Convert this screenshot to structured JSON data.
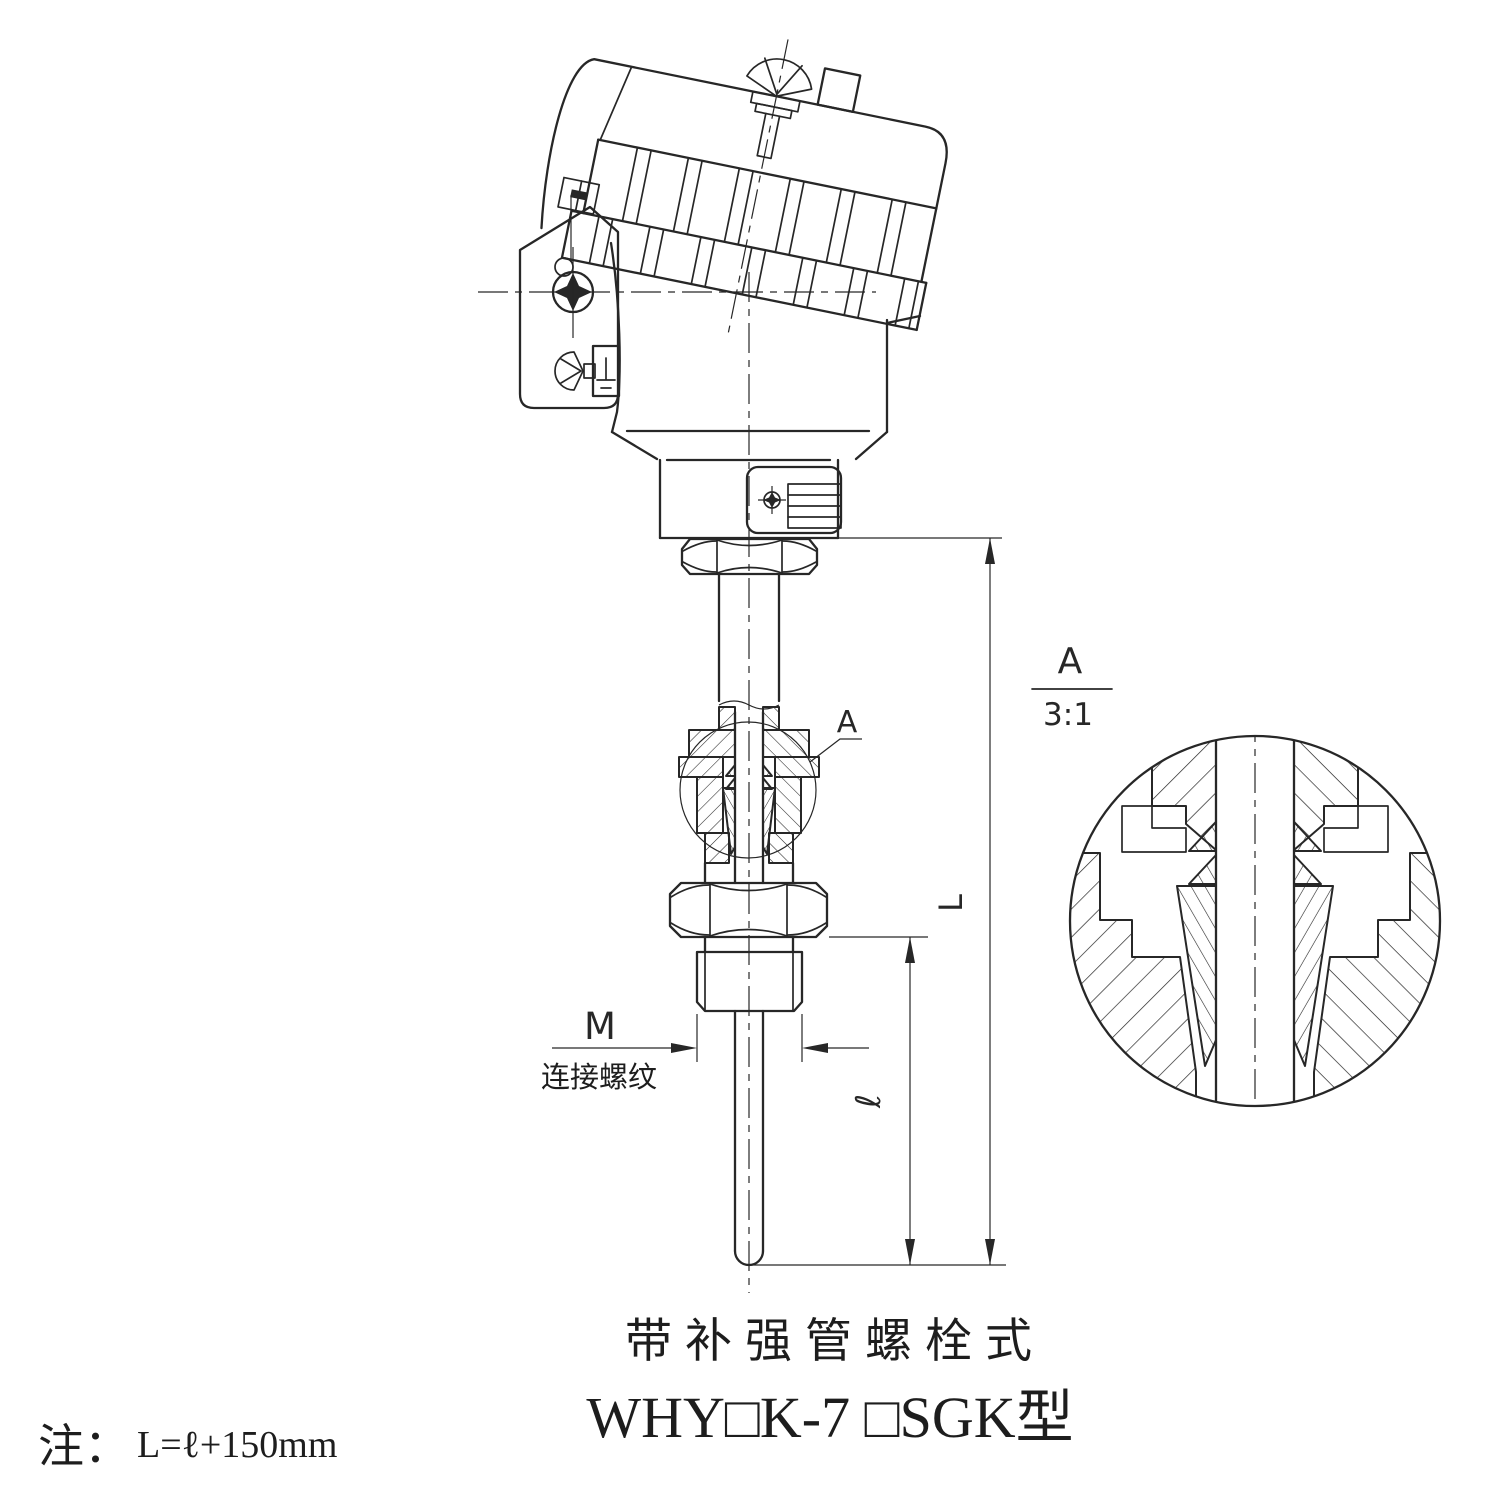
{
  "drawing": {
    "caption": {
      "line1": "带补强管螺栓式",
      "line2": "WHY□K-7 □SGK型"
    },
    "note": {
      "prefix": "注：",
      "formula": "L=ℓ+150mm"
    },
    "detail_view": {
      "title": "A",
      "scale": "3:1"
    },
    "callouts": {
      "detail_ref": "A"
    },
    "dimensions": {
      "thread_size": "M",
      "thread_caption": "连接螺纹",
      "total_length": "L",
      "insertion_length": "ℓ"
    },
    "line_color": "#272727",
    "background_color": "#ffffff"
  }
}
